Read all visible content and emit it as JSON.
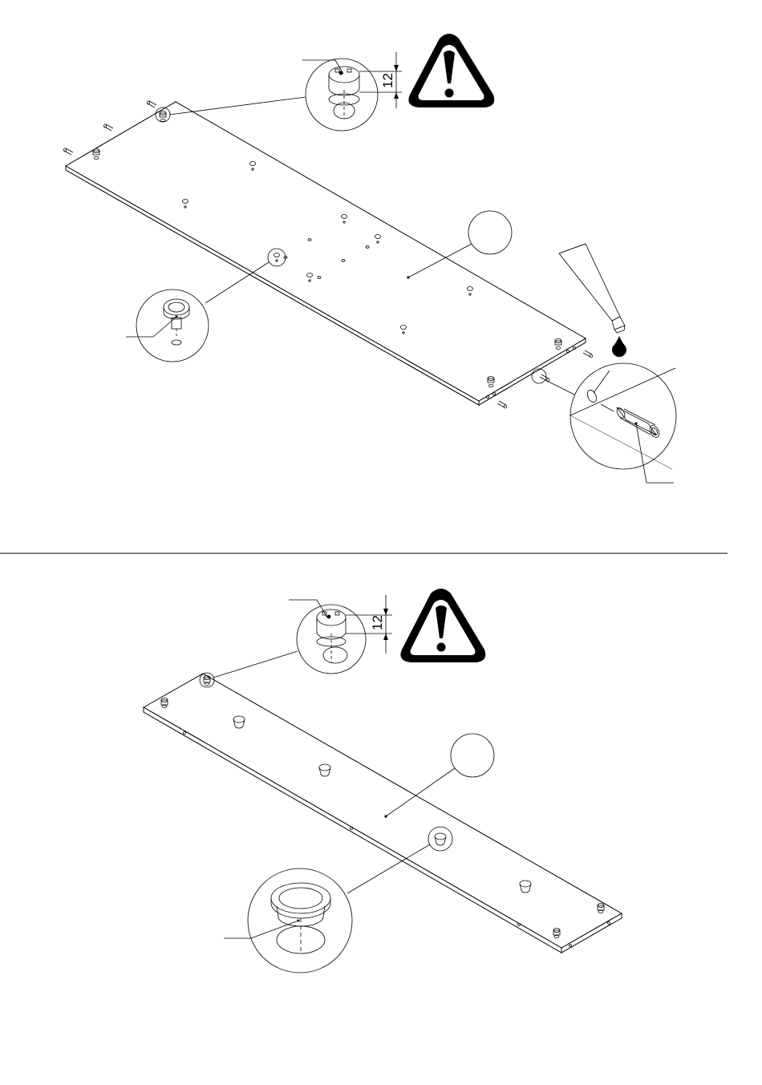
{
  "step_1": {
    "cam_bolt_detail": {
      "dimension_label": "12"
    },
    "warning_sign": {
      "icon": "exclamation-triangle-icon"
    },
    "panel": {
      "icon": "shelf-panel"
    },
    "glue_tube": {
      "icon": "glue-tube-icon"
    },
    "dowel_detail": {
      "icon": "wooden-dowel-icon"
    }
  },
  "step_2": {
    "cam_bolt_detail": {
      "dimension_label": "12"
    },
    "warning_sign": {
      "icon": "exclamation-triangle-icon"
    },
    "panel": {
      "icon": "shelf-panel"
    },
    "grommet_detail": {
      "icon": "cable-grommet-icon"
    }
  },
  "colors": {
    "line": "#000000",
    "background": "#ffffff"
  }
}
